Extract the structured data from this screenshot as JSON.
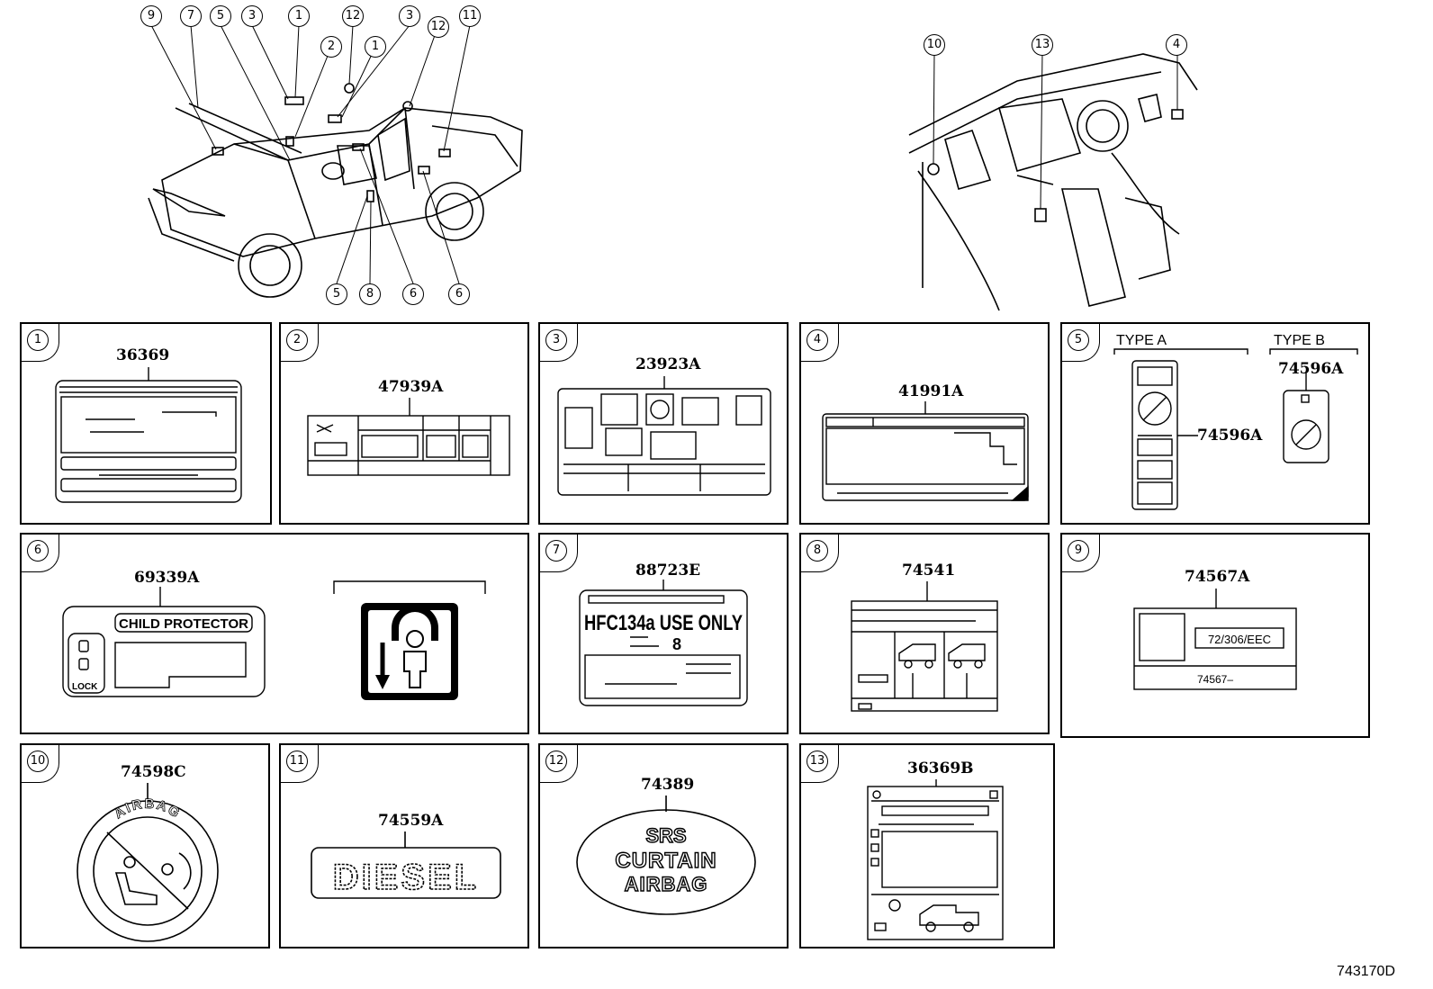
{
  "callouts_truck": [
    "9",
    "7",
    "5",
    "3",
    "1",
    "12",
    "2",
    "1",
    "3",
    "12",
    "11",
    "5",
    "8",
    "6",
    "6"
  ],
  "callouts_dash": [
    "10",
    "13",
    "4"
  ],
  "panels": [
    {
      "num": "1",
      "part": "36369"
    },
    {
      "num": "2",
      "part": "47939A"
    },
    {
      "num": "3",
      "part": "23923A"
    },
    {
      "num": "4",
      "part": "41991A"
    },
    {
      "num": "5",
      "type_a": "TYPE A",
      "type_b": "TYPE B",
      "part_a": "74596A",
      "part_b": "74596A"
    },
    {
      "num": "6",
      "part": "69339A",
      "label_text": "CHILD PROTECTOR",
      "lock_text": "LOCK"
    },
    {
      "num": "7",
      "part": "88723E",
      "label_text": "HFC134a USE ONLY",
      "amount": "8"
    },
    {
      "num": "8",
      "part": "74541"
    },
    {
      "num": "9",
      "part": "74567A",
      "code": "72/306/EEC",
      "sub": "74567–"
    },
    {
      "num": "10",
      "part": "74598C",
      "ring_text": "AIRBAG"
    },
    {
      "num": "11",
      "part": "74559A",
      "label_text": "DIESEL"
    },
    {
      "num": "12",
      "part": "74389",
      "line1": "SRS",
      "line2": "CURTAIN",
      "line3": "AIRBAG"
    },
    {
      "num": "13",
      "part": "36369B"
    }
  ],
  "diagram_code": "743170D"
}
